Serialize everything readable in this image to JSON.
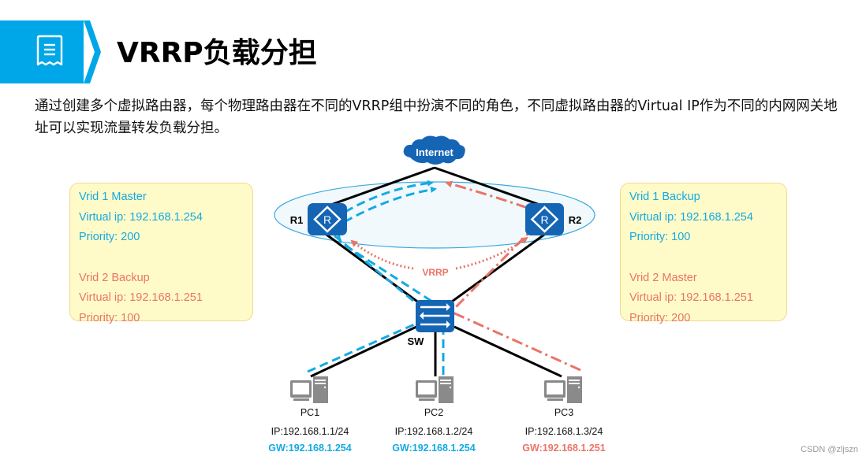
{
  "header": {
    "title": "VRRP负载分担",
    "icon": "document-icon",
    "accent_color": "#00a7e8"
  },
  "description": "通过创建多个虚拟路由器，每个物理路由器在不同的VRRP组中扮演不同的角色，不同虚拟路由器的Virtual  IP作为不同的内网网关地址可以实现流量转发负载分担。",
  "colors": {
    "vrid1_blue": "#14a9e3",
    "vrid2_red": "#ea7466",
    "device_blue": "#1565b5",
    "box_fill": "#fffbc9"
  },
  "boxes": {
    "left": {
      "vrid1": [
        "Vrid 1 Master",
        "Virtual ip: 192.168.1.254",
        "Priority: 200"
      ],
      "vrid2": [
        "Vrid 2 Backup",
        "Virtual ip: 192.168.1.251",
        "Priority: 100"
      ]
    },
    "right": {
      "vrid1": [
        "Vrid 1 Backup",
        "Virtual ip: 192.168.1.254",
        "Priority: 100"
      ],
      "vrid2": [
        "Vrid 2 Master",
        "Virtual ip: 192.168.1.251",
        "Priority: 200"
      ]
    }
  },
  "diagram": {
    "internet_label": "Internet",
    "r1_label": "R1",
    "r2_label": "R2",
    "sw_label": "SW",
    "vrrp_label": "VRRP",
    "pcs": [
      {
        "name": "PC1",
        "ip": "IP:192.168.1.1/24",
        "gw": "GW:192.168.1.254",
        "gw_group": "vrid1"
      },
      {
        "name": "PC2",
        "ip": "IP:192.168.1.2/24",
        "gw": "GW:192.168.1.254",
        "gw_group": "vrid1"
      },
      {
        "name": "PC3",
        "ip": "IP:192.168.1.3/24",
        "gw": "GW:192.168.1.251",
        "gw_group": "vrid2"
      }
    ]
  },
  "watermark": "CSDN @zljszn"
}
